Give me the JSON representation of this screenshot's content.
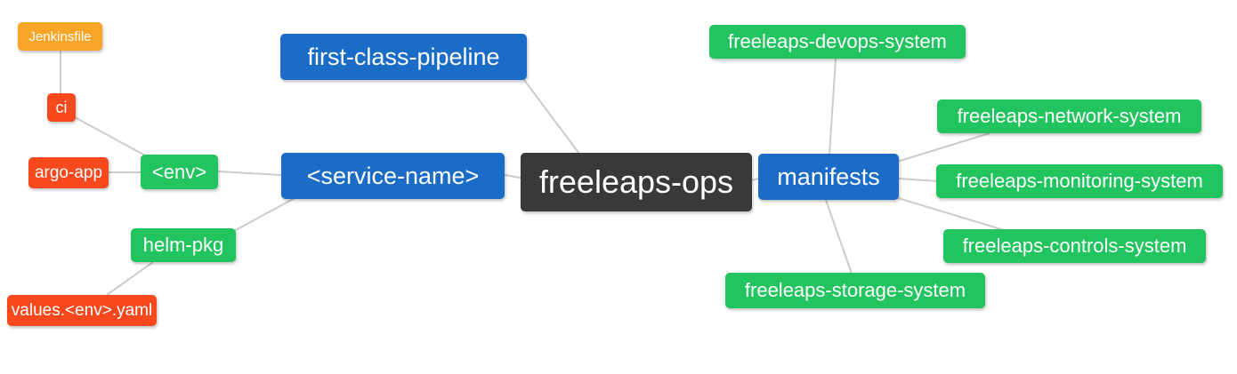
{
  "palette": {
    "root_bg": "#3b3838",
    "primary_bg": "#1b6cc6",
    "secondary_bg": "#21c45e",
    "leaf_red_bg": "#f8491e",
    "leaf_orange_bg": "#f9a527",
    "text": "#ffffff",
    "connector": "#cccccc",
    "canvas_bg": "#ffffff"
  },
  "mindmap": {
    "root": {
      "label": "freeleaps-ops"
    },
    "branches": {
      "first_class_pipeline": {
        "label": "first-class-pipeline"
      },
      "service_name": {
        "label": "<service-name>",
        "children": {
          "env": {
            "label": "<env>",
            "children": {
              "ci": {
                "label": "ci",
                "children": {
                  "jenkinsfile": {
                    "label": "Jenkinsfile"
                  }
                }
              },
              "argo_app": {
                "label": "argo-app"
              }
            }
          },
          "helm_pkg": {
            "label": "helm-pkg",
            "children": {
              "values_env_yaml": {
                "label": "values.<env>.yaml"
              }
            }
          }
        }
      },
      "manifests": {
        "label": "manifests",
        "children": {
          "devops": {
            "label": "freeleaps-devops-system"
          },
          "network": {
            "label": "freeleaps-network-system"
          },
          "monitoring": {
            "label": "freeleaps-monitoring-system"
          },
          "controls": {
            "label": "freeleaps-controls-system"
          },
          "storage": {
            "label": "freeleaps-storage-system"
          }
        }
      }
    }
  }
}
